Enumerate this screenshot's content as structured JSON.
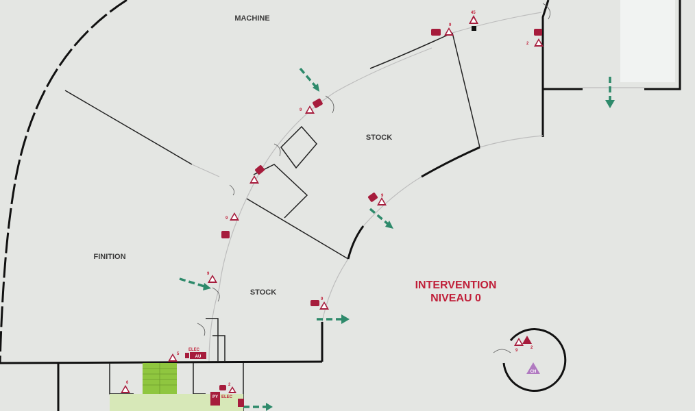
{
  "plan": {
    "title_line1": "INTERVENTION",
    "title_line2": "NIVEAU 0",
    "rooms": {
      "machine": "MACHINE",
      "stock_upper": "STOCK",
      "stock_lower": "STOCK",
      "finition": "FINITION"
    },
    "labels": {
      "elec_upper": "ELEC",
      "au": "AU",
      "elec_lower": "ELEC",
      "py": "PY",
      "ch": "CH"
    },
    "numbers": {
      "n45": "45",
      "n9_top": "9",
      "n2_right": "2",
      "n9_door": "9",
      "n9_mid": "9",
      "n9_left": "9",
      "n9_lower": "9",
      "n5": "5",
      "n6": "6",
      "n2_lower": "2",
      "n9_circle": "9",
      "n2_circle": "2"
    },
    "colors": {
      "background": "#e4e6e3",
      "walls": "#111111",
      "title": "#c0203a",
      "safety_symbols": "#a61c3c",
      "exit_arrows": "#2e8a6b",
      "stairs": "#8fc63f"
    }
  }
}
